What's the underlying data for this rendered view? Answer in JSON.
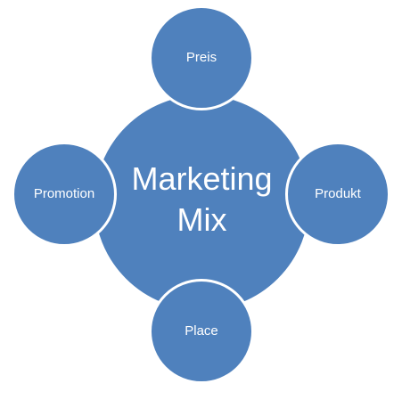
{
  "colors": {
    "fill": "#4f81bd",
    "border": "#ffffff",
    "text": "#ffffff"
  },
  "center": {
    "label": "Marketing Mix"
  },
  "nodes": {
    "top": "Preis",
    "right": "Produkt",
    "bottom": "Place",
    "left": "Promotion"
  }
}
